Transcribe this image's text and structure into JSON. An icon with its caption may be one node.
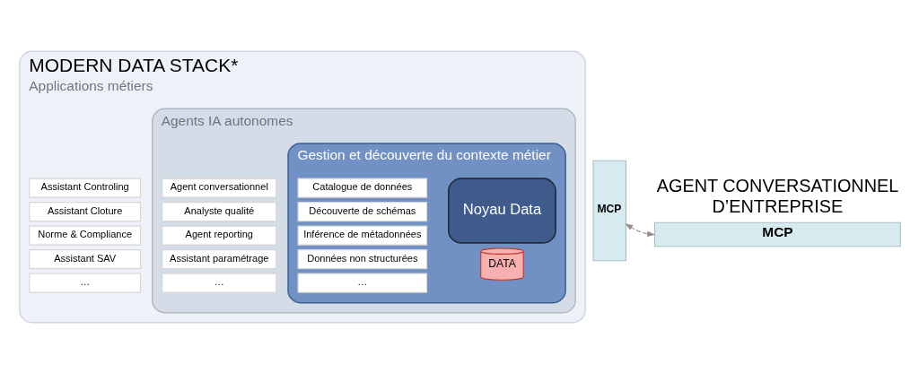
{
  "diagram": {
    "nodes": [
      {
        "text": [
          "MODERN DATA STACK*",
          "Applications métiers"
        ]
      },
      {
        "text": [
          "Assistant Controling"
        ],
        "in": 0
      },
      {
        "text": [
          "Assistant Cloture"
        ],
        "in": 0
      },
      {
        "text": [
          "Norme & Compliance"
        ],
        "in": 0
      },
      {
        "text": [
          "Assistant SAV"
        ],
        "in": 0
      },
      {
        "text": [
          "…"
        ],
        "in": 0
      },
      {
        "text": [
          "Agents IA autonomes"
        ],
        "in": 0
      },
      {
        "text": [
          "Agent conversationnel"
        ],
        "in": 6
      },
      {
        "text": [
          "Analyste qualité"
        ],
        "in": 6
      },
      {
        "text": [
          "Agent reporting"
        ],
        "in": 6
      },
      {
        "text": [
          "Assistant paramétrage"
        ],
        "in": 6
      },
      {
        "text": [
          "…"
        ],
        "in": 6
      },
      {
        "text": [
          "Gestion et découverte du contexte métier"
        ],
        "in": 6
      },
      {
        "text": [
          "Catalogue de données"
        ],
        "in": 12
      },
      {
        "text": [
          "Découverte de schémas"
        ],
        "in": 12
      },
      {
        "text": [
          "Inférence de métadonnées"
        ],
        "in": 12
      },
      {
        "text": [
          "Données non structurées"
        ],
        "in": 12
      },
      {
        "text": [
          "…"
        ],
        "in": 12
      },
      {
        "text": [
          "Noyau Data"
        ],
        "in": 12
      },
      {
        "text": [
          "DATA"
        ],
        "in": 12
      },
      {
        "text": [
          "MCP"
        ]
      },
      {
        "text": [
          "AGENT CONVERSATIONNEL D’ENTREPRISE",
          "MCP"
        ]
      }
    ],
    "edges": [
      {
        "from": 21,
        "to": 20,
        "arrow": "both",
        "style": "dashed"
      }
    ]
  }
}
